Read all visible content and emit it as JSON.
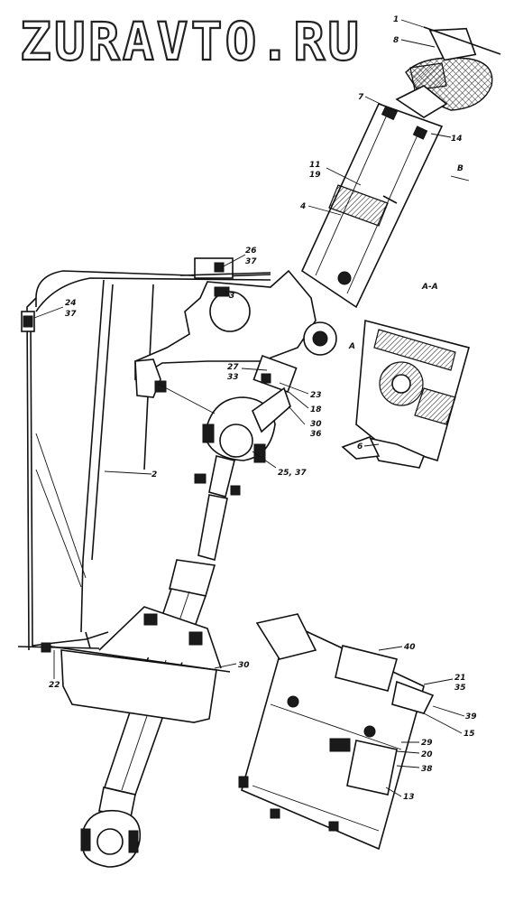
{
  "watermark": "ZURAVTO.RU",
  "section_label": "A-A",
  "view_label_b": "B",
  "view_label_a": "A",
  "callouts": {
    "c1": "1",
    "c8": "8",
    "c7": "7",
    "c14": "14",
    "c11": "11",
    "c19": "19",
    "c4": "4",
    "c26": "26",
    "c37a": "37",
    "c24": "24",
    "c37b": "37",
    "c3": "3",
    "c27": "27",
    "c33": "33",
    "c23": "23",
    "c18": "18",
    "c30a": "30",
    "c36": "36",
    "c2": "2",
    "c25_37": "25, 37",
    "c6": "6",
    "c22": "22",
    "c30b": "30",
    "c40": "40",
    "c21": "21",
    "c35": "35",
    "c39": "39",
    "c15": "15",
    "c29": "29",
    "c20": "20",
    "c38": "38",
    "c13": "13"
  }
}
